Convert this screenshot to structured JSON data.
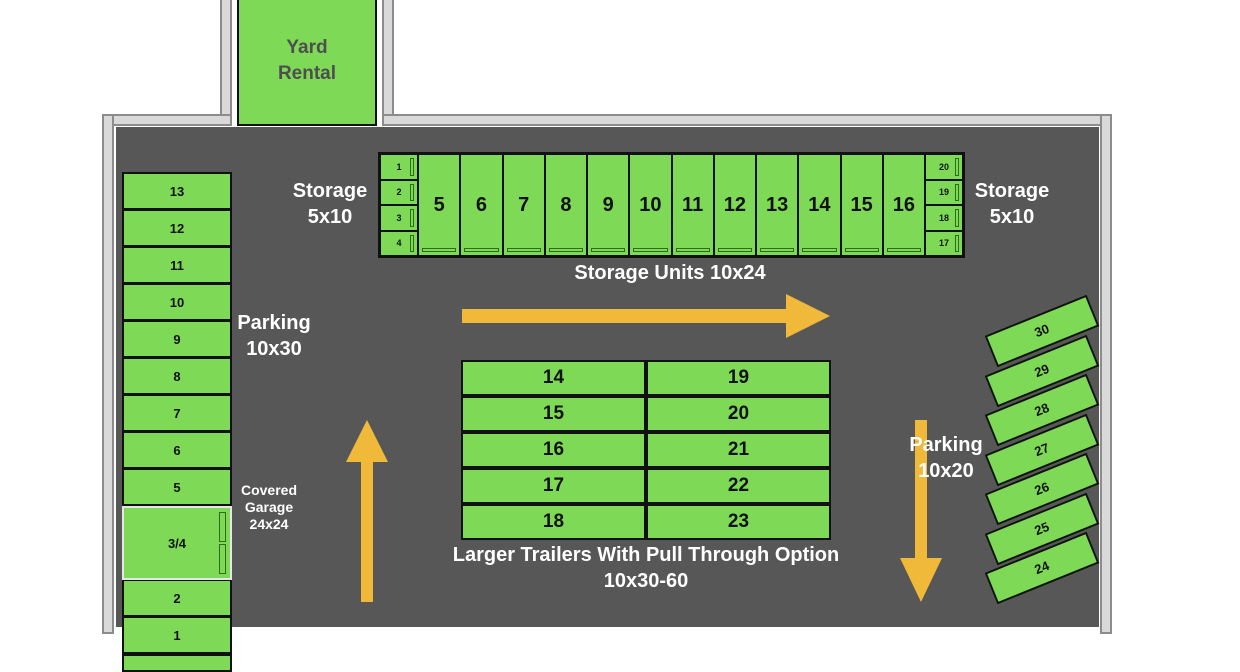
{
  "yard": {
    "label_line1": "Yard",
    "label_line2": "Rental"
  },
  "labels": {
    "storage_left_1": "Storage",
    "storage_left_2": "5x10",
    "storage_right_1": "Storage",
    "storage_right_2": "5x10",
    "storage_units": "Storage Units 10x24",
    "parking30_1": "Parking",
    "parking30_2": "10x30",
    "covered_1": "Covered",
    "covered_2": "Garage",
    "covered_3": "24x24",
    "parking20_1": "Parking",
    "parking20_2": "10x20",
    "trailers_1": "Larger Trailers With Pull Through Option",
    "trailers_2": "10x30-60"
  },
  "left_column": [
    "13",
    "12",
    "11",
    "10",
    "9",
    "8",
    "7",
    "6",
    "5"
  ],
  "covered_unit": "3/4",
  "left_bottom": [
    "2",
    "1"
  ],
  "small_left": [
    "1",
    "2",
    "3",
    "4"
  ],
  "units_10x24": [
    "5",
    "6",
    "7",
    "8",
    "9",
    "10",
    "11",
    "12",
    "13",
    "14",
    "15",
    "16"
  ],
  "small_right": [
    "20",
    "19",
    "18",
    "17"
  ],
  "trailers_left": [
    "14",
    "15",
    "16",
    "17",
    "18"
  ],
  "trailers_right": [
    "19",
    "20",
    "21",
    "22",
    "23"
  ],
  "angled": [
    "30",
    "29",
    "28",
    "27",
    "26",
    "25",
    "24"
  ],
  "colors": {
    "green": "#7ed957",
    "asphalt": "#575757",
    "arrow": "#f0b93a"
  }
}
